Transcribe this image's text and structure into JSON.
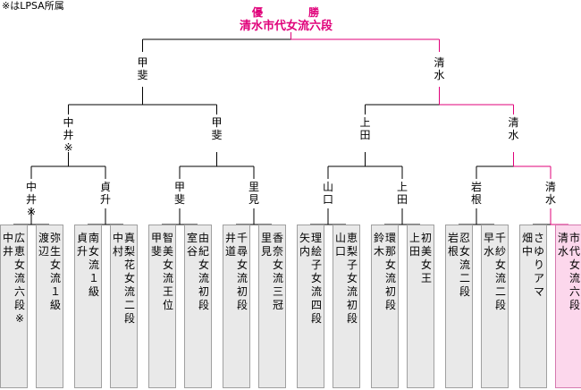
{
  "note": "※はLPSA所属",
  "winner": {
    "title_chars": [
      "優",
      "勝"
    ],
    "name": "清水市代女流六段"
  },
  "colors": {
    "win_line": "#e0007a",
    "line": "#000000",
    "player_bg": "#e9e9e9",
    "win_bg": "#fcd7ec"
  },
  "players": [
    {
      "surname": "中井",
      "given": "広恵女流六段※"
    },
    {
      "surname": "渡辺",
      "given": "弥生女流１級"
    },
    {
      "surname": "貞升",
      "given": "南女流１級"
    },
    {
      "surname": "中村",
      "given": "真梨花女流二段"
    },
    {
      "surname": "甲斐",
      "given": "智美女流王位"
    },
    {
      "surname": "室谷",
      "given": "由紀女流初段"
    },
    {
      "surname": "井道",
      "given": "千尋女流初段"
    },
    {
      "surname": "里見",
      "given": "香奈女流三冠"
    },
    {
      "surname": "矢内",
      "given": "理絵子女流四段"
    },
    {
      "surname": "山口",
      "given": "恵梨子女流初段"
    },
    {
      "surname": "鈴木",
      "given": "環那女流初段"
    },
    {
      "surname": "上田",
      "given": "初美女王"
    },
    {
      "surname": "岩根",
      "given": "忍女流二段"
    },
    {
      "surname": "早水",
      "given": "千紗女流二段"
    },
    {
      "surname": "畑中",
      "given": "さゆりアマ"
    },
    {
      "surname": "清水",
      "given": "市代女流六段"
    }
  ],
  "round1_winners": [
    "中井\n※",
    "貞升",
    "甲斐",
    "里見",
    "山口",
    "上田",
    "岩根",
    "清水"
  ],
  "round2_winners": [
    "中井\n※",
    "甲斐",
    "上田",
    "清水"
  ],
  "semifinal_winners": [
    "甲斐",
    "清水"
  ]
}
